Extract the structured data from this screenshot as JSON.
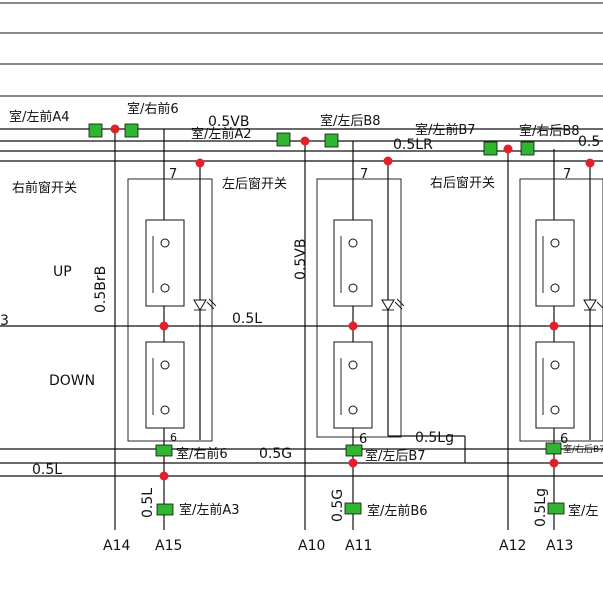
{
  "switches": [
    {
      "title": "右前窗开关",
      "pin_top": "7",
      "pin_bottom": "6"
    },
    {
      "title": "左后窗开关",
      "pin_top": "7",
      "pin_bottom": "6"
    },
    {
      "title": "右后窗开关",
      "pin_top": "7",
      "pin_bottom": "6"
    }
  ],
  "modes": {
    "up": "UP",
    "down": "DOWN"
  },
  "connectors": {
    "c1": "室/左前A4",
    "c2": "室/右前6",
    "c3": "室/左前A2",
    "c4": "室/左后B8",
    "c5": "室/左前B7",
    "c6": "室/右后B8",
    "c7": "室/右前6",
    "c8": "室/左后B7",
    "c9": "室/右后B7",
    "c10": "室/左前A3",
    "c11": "室/左前B6",
    "c12": "室/左"
  },
  "wires": {
    "w1": "0.5VB",
    "w2": "0.5LR",
    "w3": "0.5",
    "w4": "0.5BrB",
    "w5": "0.5VB",
    "w6": "0.5L",
    "w7": "0.5G",
    "w8": "0.5Lg",
    "w9": "0.5L",
    "w10": "0.5L",
    "w11": "0.5G",
    "w12": "0.5Lg",
    "w13": "3"
  },
  "terminals": [
    "A14",
    "A15",
    "A10",
    "A11",
    "A12",
    "A13"
  ],
  "colors": {
    "line": "#111111",
    "node": "#e0202a",
    "connector_fill": "#2fb52f"
  },
  "icons": {
    "connector": "connector-glyph-icon",
    "indicator_led": "led-icon",
    "junction": "junction-dot-icon"
  }
}
